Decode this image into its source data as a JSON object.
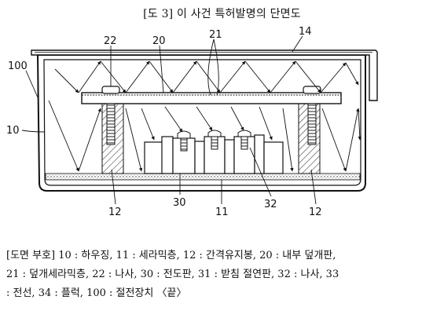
{
  "figure_title": "[도 3] 이 사건 특허발명의 단면도",
  "reference_labels": {
    "100": "100",
    "10": "10",
    "22": "22",
    "20": "20",
    "21": "21",
    "14": "14",
    "12a": "12",
    "30": "30",
    "11": "11",
    "32": "32",
    "12b": "12"
  },
  "legend_lines": [
    "[도면 부호] 10 : 하우징, 11 : 세라믹층, 12 : 간격유지봉, 20 : 내부 덮개판,",
    "21 : 덮개세라믹층, 22 : 나사, 30 : 전도판, 31 : 받침 절연판, 32 : 나사, 33",
    ": 전선, 34 : 플럭, 100 : 절전장치 〈끝〉"
  ]
}
